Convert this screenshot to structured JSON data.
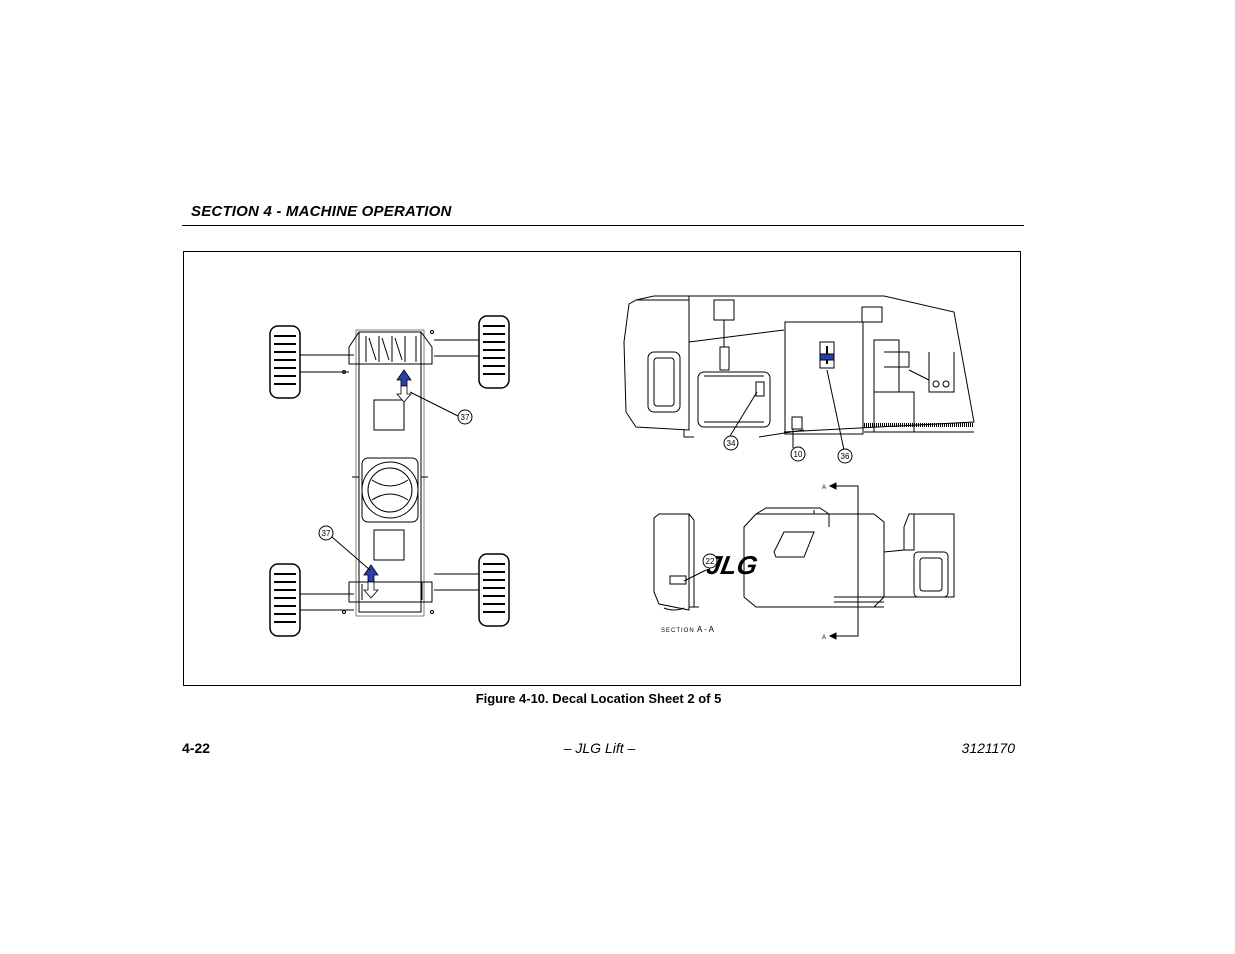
{
  "header": {
    "section_title": "SECTION 4 - MACHINE OPERATION"
  },
  "figure": {
    "caption": "Figure 4-10. Decal Location Sheet 2 of 5",
    "callouts": {
      "c37_top": "37",
      "c37_bottom": "37",
      "c34": "34",
      "c10": "10",
      "c36": "36",
      "c22": "22"
    },
    "section_label": "SECTION",
    "section_id": "A - A",
    "section_marker_top": "A",
    "section_marker_bottom": "A",
    "logo_text": "JLG",
    "arrow_color": "#2a3fa8"
  },
  "footer": {
    "page_number": "4-22",
    "center_text": "– JLG Lift –",
    "doc_number": "3121170"
  }
}
